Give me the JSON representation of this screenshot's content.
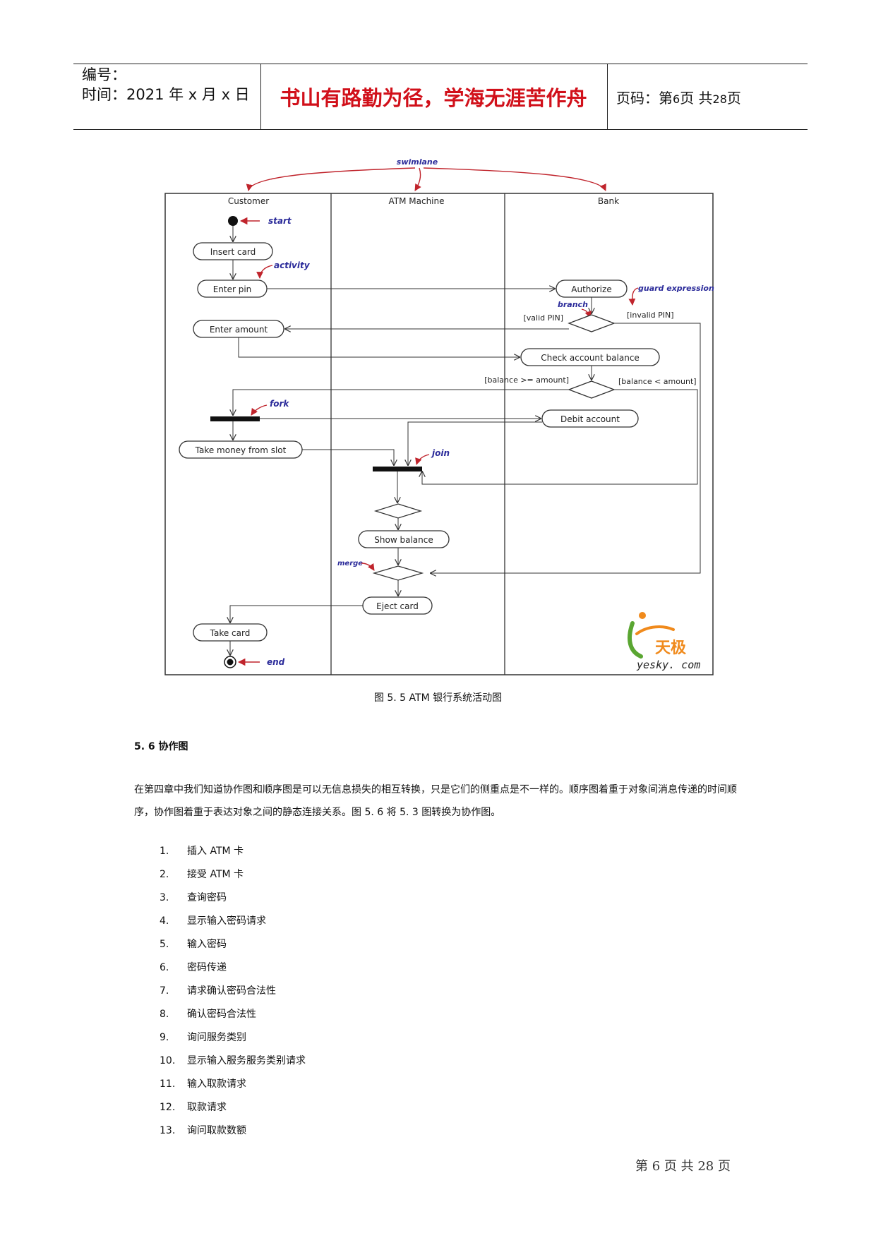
{
  "header": {
    "number_label": "编号：",
    "time_label": "时间：2021 年 x 月 x 日",
    "motto": "书山有路勤为径，学海无涯苦作舟",
    "page_prefix": "页码：第",
    "page_current": "6",
    "page_mid": "页  共",
    "page_total": "28",
    "page_suffix": "页"
  },
  "diagram": {
    "lanes": [
      "Customer",
      "ATM Machine",
      "Bank"
    ],
    "annotations": {
      "swimlane": "swimlane",
      "start": "start",
      "activity": "activity",
      "guard_expression": "guard expression",
      "branch": "branch",
      "fork": "fork",
      "join": "join",
      "merge": "merge",
      "end": "end"
    },
    "activities": {
      "insert_card": "Insert card",
      "enter_pin": "Enter pin",
      "authorize": "Authorize",
      "enter_amount": "Enter amount",
      "check_balance": "Check account balance",
      "debit_account": "Debit account",
      "take_money": "Take money from slot",
      "show_balance": "Show balance",
      "eject_card": "Eject card",
      "take_card": "Take card"
    },
    "guards": {
      "valid_pin": "[valid PIN]",
      "invalid_pin": "[invalid PIN]",
      "balance_ge": "[balance >= amount]",
      "balance_lt": "[balance < amount]"
    },
    "logo": {
      "name": "天极",
      "site": "yesky. com"
    },
    "colors": {
      "annotation": "#2b2b9a",
      "arrow_red": "#c0242c",
      "logo_orange": "#f08a1c",
      "logo_green": "#5aa632"
    }
  },
  "caption": "图 5. 5  ATM 银行系统活动图",
  "section_title": "5. 6 协作图",
  "paragraph": "在第四章中我们知道协作图和顺序图是可以无信息损失的相互转换，只是它们的侧重点是不一样的。顺序图着重于对象间消息传递的时间顺序，协作图着重于表达对象之间的静态连接关系。图 5. 6 将 5. 3 图转换为协作图。",
  "steps": [
    {
      "n": "1.",
      "text": "插入 ATM 卡"
    },
    {
      "n": "2.",
      "text": "接受 ATM 卡"
    },
    {
      "n": "3.",
      "text": "查询密码"
    },
    {
      "n": "4.",
      "text": "显示输入密码请求"
    },
    {
      "n": "5.",
      "text": "输入密码"
    },
    {
      "n": "6.",
      "text": "密码传递"
    },
    {
      "n": "7.",
      "text": "请求确认密码合法性"
    },
    {
      "n": "8.",
      "text": "确认密码合法性"
    },
    {
      "n": "9.",
      "text": "询问服务类别"
    },
    {
      "n": "10.",
      "text": "显示输入服务服务类别请求"
    },
    {
      "n": "11.",
      "text": "输入取款请求"
    },
    {
      "n": "12.",
      "text": "取款请求"
    },
    {
      "n": "13.",
      "text": "询问取款数额"
    }
  ],
  "footer": "第  6  页  共  28  页"
}
